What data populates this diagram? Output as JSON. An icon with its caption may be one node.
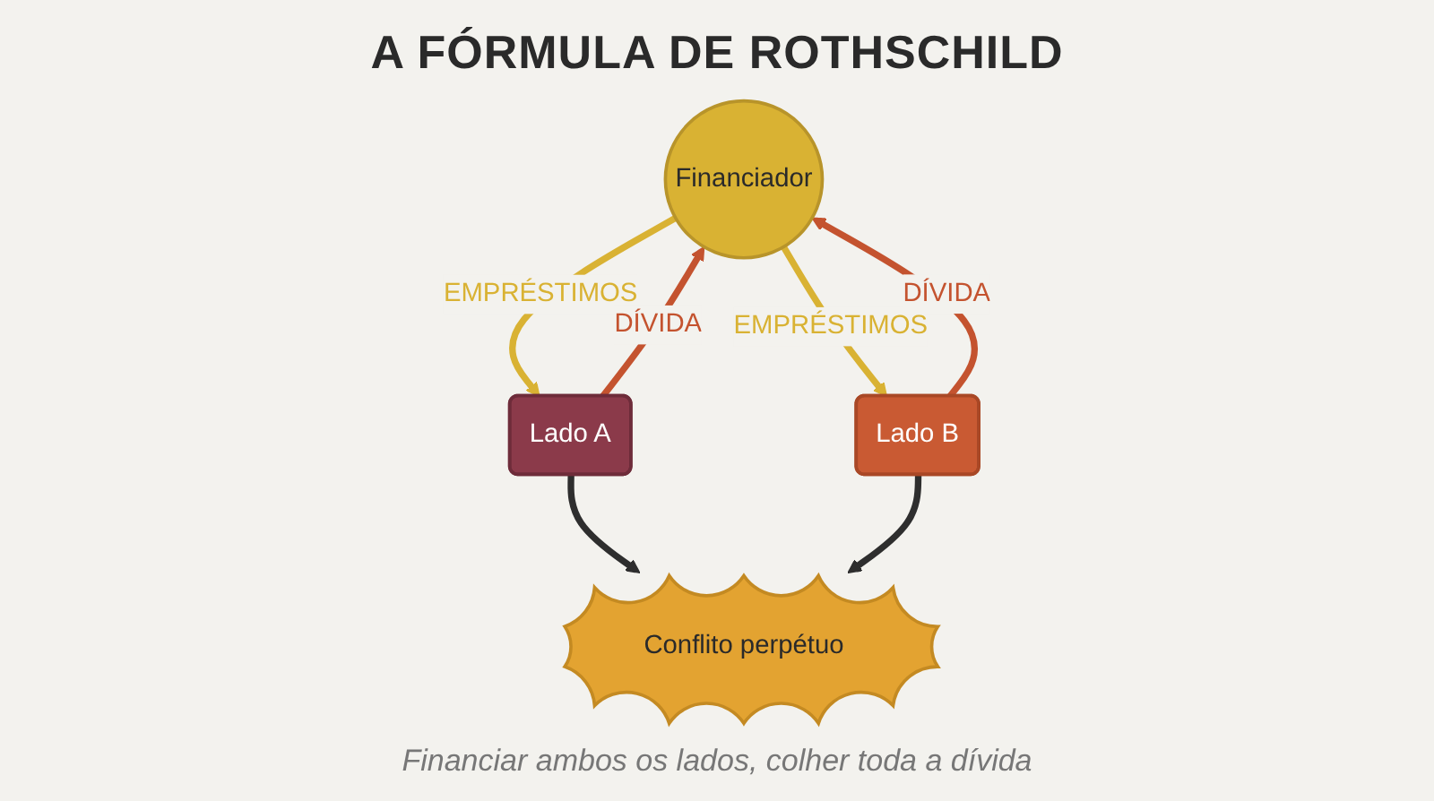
{
  "diagram": {
    "title": "A FÓRMULA DE ROTHSCHILD",
    "caption": "Financiar ambos os lados, colher toda a dívida",
    "nodes": [
      {
        "text": [
          "Financiador"
        ]
      },
      {
        "text": [
          "Lado A"
        ]
      },
      {
        "text": [
          "Conflito perpétuo"
        ]
      },
      {
        "text": [
          "Lado B"
        ]
      }
    ],
    "edges": [
      {
        "from": 0,
        "to": 1,
        "arrow": "to",
        "label": "EMPRÉSTIMOS",
        "color": "#d9b233"
      },
      {
        "from": 1,
        "to": 0,
        "arrow": "to",
        "label": "DÍVIDA",
        "color": "#c4532f"
      },
      {
        "from": 0,
        "to": 3,
        "arrow": "to",
        "label": "EMPRÉSTIMOS",
        "color": "#d9b233"
      },
      {
        "from": 3,
        "to": 0,
        "arrow": "to",
        "label": "DÍVIDA",
        "color": "#c4532f"
      },
      {
        "from": 1,
        "to": 2,
        "arrow": "to",
        "color": "#2e2e2e"
      },
      {
        "from": 3,
        "to": 2,
        "arrow": "to",
        "color": "#2e2e2e"
      }
    ]
  }
}
